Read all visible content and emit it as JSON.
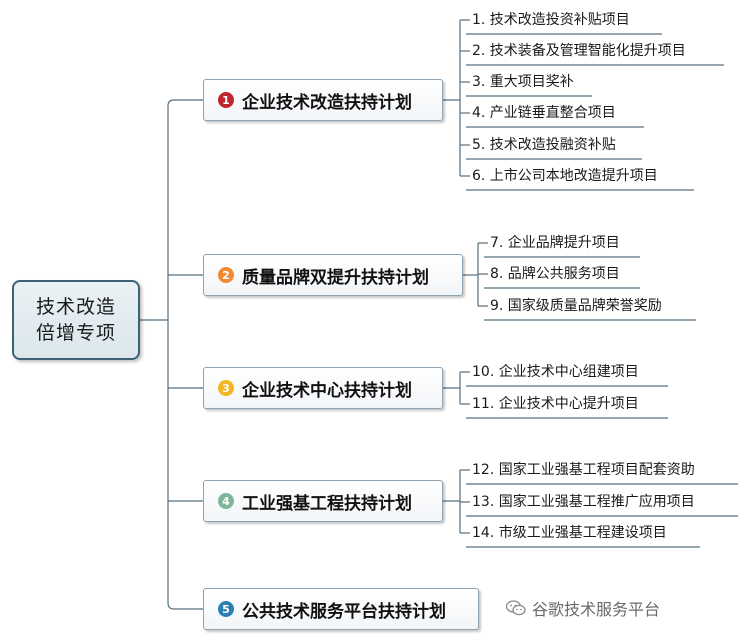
{
  "root": {
    "label": "技术改造倍增专项"
  },
  "branches": [
    {
      "badge": "1",
      "color": "#c0262d",
      "label": "企业技术改造扶持计划",
      "items": [
        "1. 技术改造投资补贴项目",
        "2. 技术装备及管理智能化提升项目",
        "3. 重大项目奖补",
        "4. 产业链垂直整合项目",
        "5. 技术改造投融资补贴",
        "6. 上市公司本地改造提升项目"
      ]
    },
    {
      "badge": "2",
      "color": "#f08a33",
      "label": "质量品牌双提升扶持计划",
      "items": [
        "7. 企业品牌提升项目",
        "8. 品牌公共服务项目",
        "9. 国家级质量品牌荣誉奖励"
      ]
    },
    {
      "badge": "3",
      "color": "#f2b623",
      "label": "企业技术中心扶持计划",
      "items": [
        "10. 企业技术中心组建项目",
        "11. 企业技术中心提升项目"
      ]
    },
    {
      "badge": "4",
      "color": "#7fb69a",
      "label": "工业强基工程扶持计划",
      "items": [
        "12. 国家工业强基工程项目配套资助",
        "13. 国家工业强基工程推广应用项目",
        "14. 市级工业强基工程建设项目"
      ]
    },
    {
      "badge": "5",
      "color": "#2b7fb3",
      "label": "公共技术服务平台扶持计划",
      "items": []
    }
  ],
  "watermark": {
    "icon": "wechat-icon",
    "text": "谷歌技术服务平台"
  },
  "colors": {
    "line": "#566f80",
    "root_border": "#3d6275"
  }
}
